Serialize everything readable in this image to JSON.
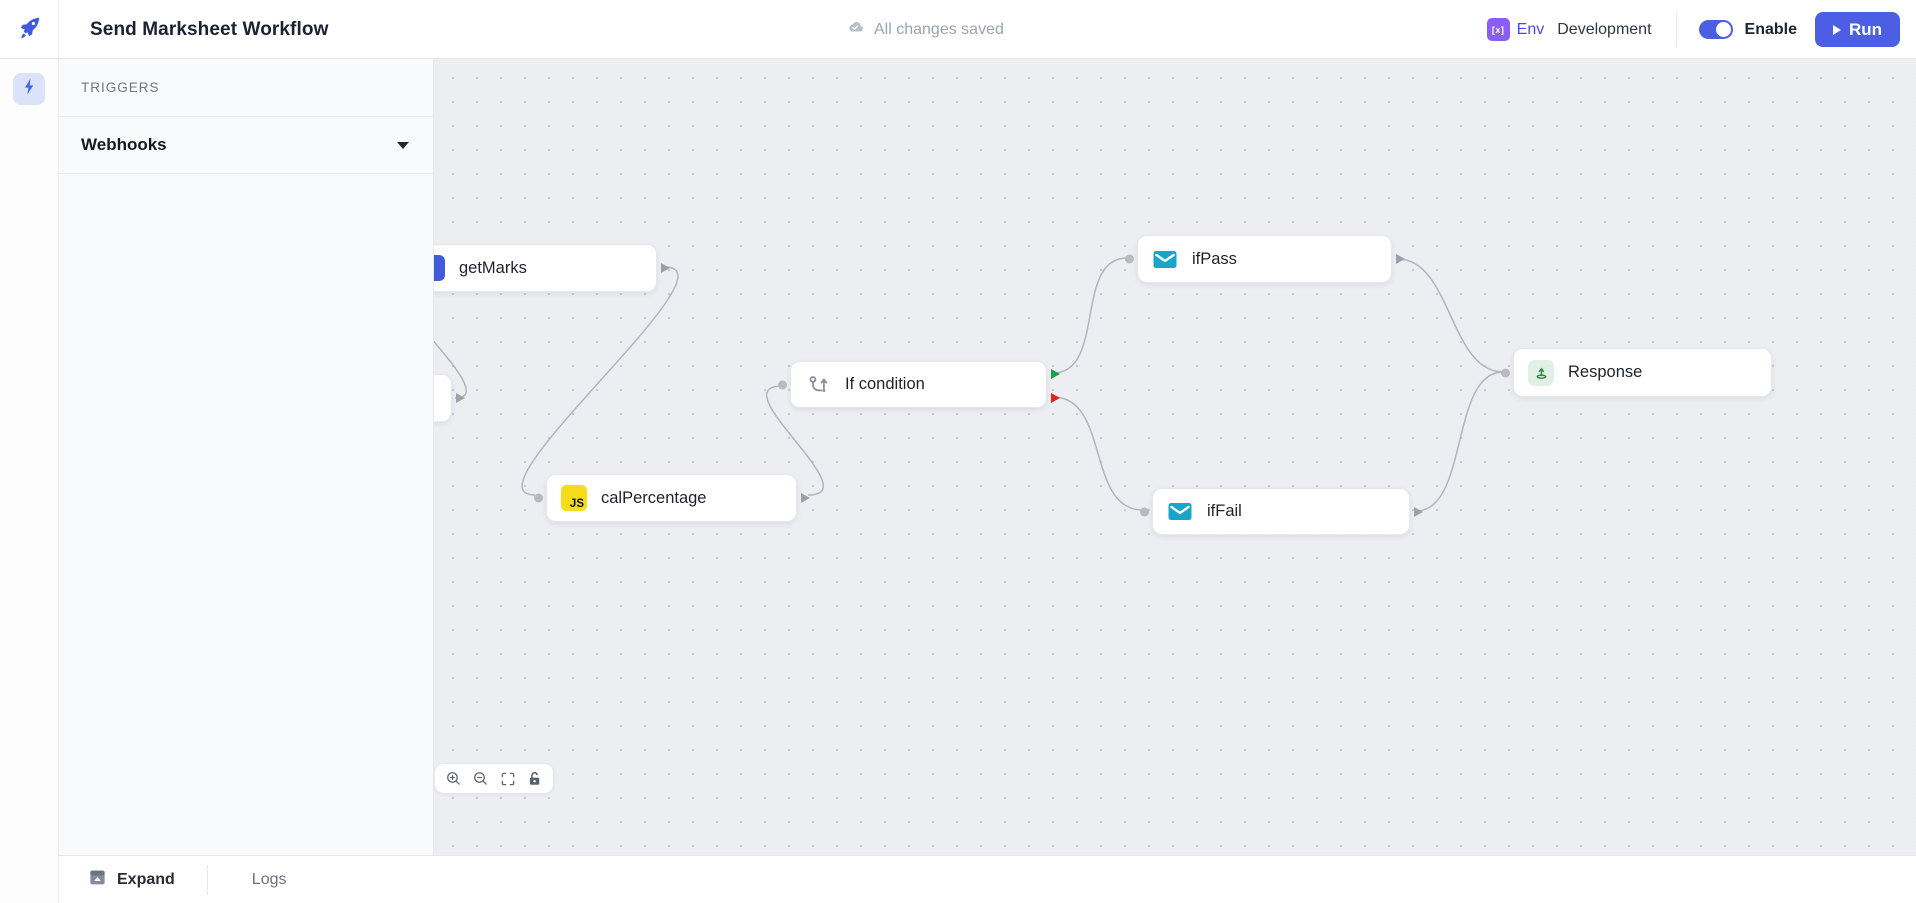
{
  "app": {
    "title": "Send Marksheet Workflow",
    "save_status": "All changes saved",
    "env_icon_glyph": "[x]",
    "env_label": "Env",
    "env_value": "Development",
    "enable_label": "Enable",
    "enable_state": "on",
    "run_label": "Run"
  },
  "sidebar": {
    "section_title": "TRIGGERS",
    "items": [
      {
        "label": "Webhooks",
        "expanded": false
      }
    ]
  },
  "canvas": {
    "nodes": [
      {
        "id": "webhook-trigger",
        "label": "",
        "icon": "webhook",
        "note": "partially hidden behind sidebar"
      },
      {
        "id": "getMarks",
        "label": "getMarks",
        "icon": "blue-app-icon"
      },
      {
        "id": "calPercentage",
        "label": "calPercentage",
        "icon": "javascript-icon",
        "icon_text": "JS"
      },
      {
        "id": "ifCondition",
        "label": "If condition",
        "icon": "branch-icon"
      },
      {
        "id": "ifPass",
        "label": "ifPass",
        "icon": "mail-icon"
      },
      {
        "id": "ifFail",
        "label": "ifFail",
        "icon": "mail-icon"
      },
      {
        "id": "response",
        "label": "Response",
        "icon": "respond-icon"
      }
    ],
    "edges": [
      {
        "from": "webhook-trigger",
        "to": "getMarks"
      },
      {
        "from": "getMarks",
        "to": "calPercentage"
      },
      {
        "from": "calPercentage",
        "to": "ifCondition"
      },
      {
        "from": "ifCondition",
        "to": "ifPass",
        "branch": "true"
      },
      {
        "from": "ifCondition",
        "to": "ifFail",
        "branch": "false"
      },
      {
        "from": "ifPass",
        "to": "response"
      },
      {
        "from": "ifFail",
        "to": "response"
      }
    ],
    "toolbar": [
      "zoom-in",
      "zoom-out",
      "fit-view",
      "lock"
    ]
  },
  "bottombar": {
    "expand_label": "Expand",
    "logs_label": "Logs"
  },
  "colors": {
    "accent": "#4b5ee4",
    "env_icon": "#8b5cf6",
    "js_yellow": "#f5de19",
    "mail_cyan": "#17a5c9",
    "response_green": "#2e8b46",
    "branch_true": "#18a34a",
    "branch_false": "#dc2626",
    "canvas_bg": "#edeef2",
    "edge": "#b2b5bc"
  }
}
